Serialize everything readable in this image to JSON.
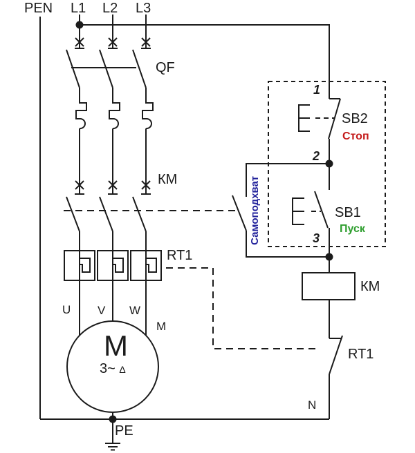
{
  "diagram": {
    "kind": "motor-starter-schematic",
    "power_section": {
      "pen": "PEN",
      "phases": [
        "L1",
        "L2",
        "L3"
      ],
      "breaker": "QF",
      "contactor_contacts": "КМ",
      "thermal_relay": "RT1",
      "motor_terminals": [
        "U",
        "V",
        "W"
      ],
      "motor_ref": "M",
      "motor_letter": "M",
      "motor_phase": "3~",
      "motor_delta": "Δ",
      "pe": "PE"
    },
    "control_section": {
      "node1": "1",
      "node2": "2",
      "node3": "3",
      "stop_button": "SB2",
      "stop_caption": "Стоп",
      "start_button": "SB1",
      "start_caption": "Пуск",
      "self_hold": "Самоподхват",
      "coil": "КМ",
      "relay_contact": "RT1",
      "neutral": "N"
    },
    "colors": {
      "wire": "#1b1b1b",
      "stop_text": "#c41b1b",
      "start_text": "#2e9e2e",
      "self_hold_text": "#22229b",
      "background": "#ffffff"
    }
  }
}
